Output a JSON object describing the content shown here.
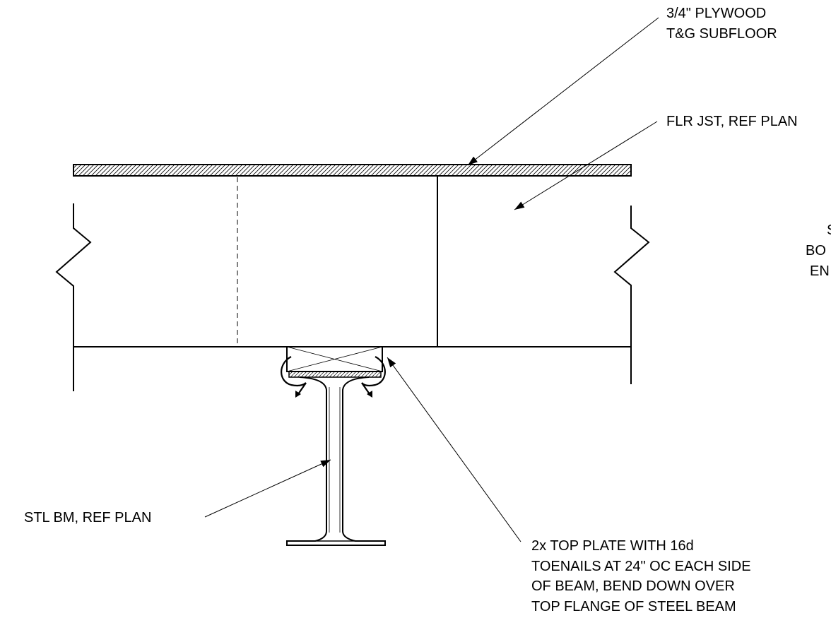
{
  "labels": {
    "subfloor": [
      "3/4\" PLYWOOD",
      "T&G SUBFLOOR"
    ],
    "joist": [
      "FLR JST, REF PLAN"
    ],
    "side_note": [
      "S",
      "BO",
      "EN"
    ],
    "beam": [
      "STL BM, REF PLAN"
    ],
    "top_plate": [
      "2x TOP PLATE WITH 16d",
      "TOENAILS AT 24\" OC EACH SIDE",
      "OF BEAM, BEND DOWN OVER",
      "TOP FLANGE OF STEEL BEAM"
    ]
  }
}
